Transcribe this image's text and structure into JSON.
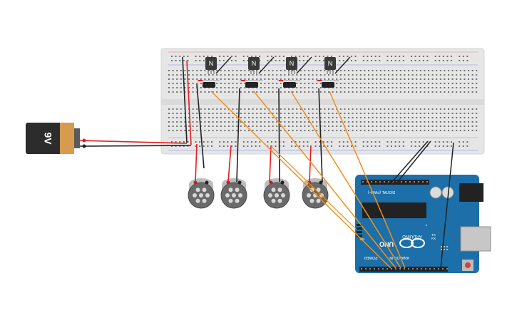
{
  "battery": {
    "label": "9V"
  },
  "transistors": [
    {
      "label": "N"
    },
    {
      "label": "N"
    },
    {
      "label": "N"
    },
    {
      "label": "N"
    }
  ],
  "motors": [
    {},
    {},
    {},
    {}
  ],
  "arduino": {
    "logo_text": "ARDUINO",
    "model_text": "UNO",
    "digital_header_text": "DIGITAL (PWM~)",
    "analog_header_text": "ANALOG IN",
    "power_header_text": "POWER",
    "tx_label": "TX",
    "rx_label": "RX",
    "on_label": "ON",
    "l_label": "L"
  },
  "colors": {
    "breadboard": "#e8e8e8",
    "rail_red": "#e23b3b",
    "rail_blue": "#5a6fd6",
    "wire_black": "#222222",
    "wire_red": "#e02020",
    "wire_orange": "#f0901e",
    "arduino_board": "#1c6fa8",
    "battery_body": "#2c2c2c",
    "battery_label": "#d89a4e"
  }
}
